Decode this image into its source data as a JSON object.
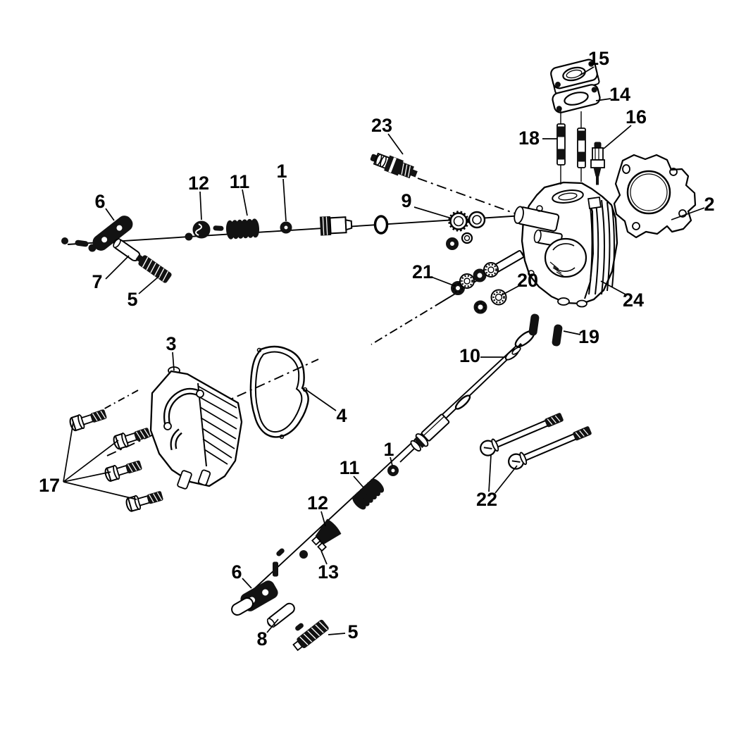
{
  "diagram": {
    "kind": "exploded-parts-diagram",
    "subject": "engine cylinder head assembly",
    "colors": {
      "background": "#ffffff",
      "ink": "#000000"
    }
  },
  "callouts": [
    {
      "label": "6"
    },
    {
      "label": "12"
    },
    {
      "label": "11"
    },
    {
      "label": "1"
    },
    {
      "label": "7"
    },
    {
      "label": "5"
    },
    {
      "label": "3"
    },
    {
      "label": "23"
    },
    {
      "label": "15"
    },
    {
      "label": "14"
    },
    {
      "label": "16"
    },
    {
      "label": "18"
    },
    {
      "label": "9"
    },
    {
      "label": "2"
    },
    {
      "label": "21"
    },
    {
      "label": "20"
    },
    {
      "label": "24"
    },
    {
      "label": "19"
    },
    {
      "label": "10"
    },
    {
      "label": "17"
    },
    {
      "label": "4"
    },
    {
      "label": "1"
    },
    {
      "label": "11"
    },
    {
      "label": "12"
    },
    {
      "label": "13"
    },
    {
      "label": "6"
    },
    {
      "label": "8"
    },
    {
      "label": "5"
    },
    {
      "label": "22"
    }
  ]
}
